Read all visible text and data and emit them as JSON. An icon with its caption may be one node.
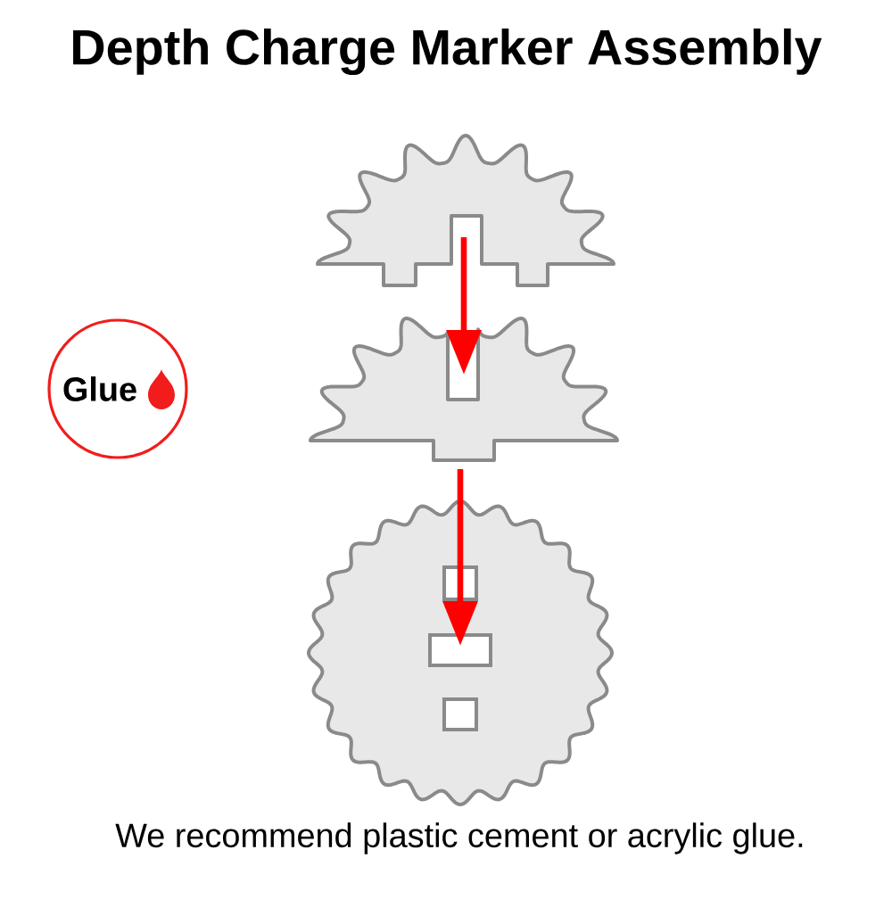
{
  "diagram": {
    "title": "Depth Charge Marker Assembly",
    "caption": "We recommend plastic cement or acrylic glue.",
    "nodes": [
      {
        "text": [],
        "shape": "picture"
      },
      {
        "text": [
          "Glue"
        ]
      },
      {
        "text": [],
        "shape": "picture"
      },
      {
        "text": [],
        "shape": "picture"
      }
    ],
    "edges": [
      {
        "from": 0,
        "to": 2,
        "arrow": "to"
      },
      {
        "from": 2,
        "to": 3,
        "arrow": "to"
      }
    ]
  }
}
